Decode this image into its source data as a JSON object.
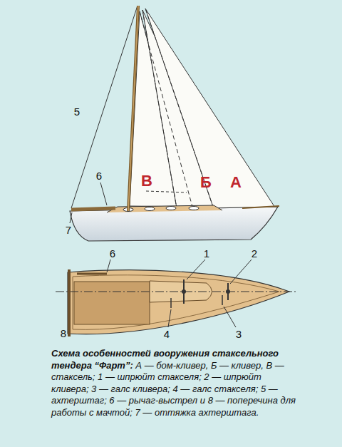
{
  "diagram": {
    "caption": "Схема особенностей вооружения стаксельного тендера “Фарт”:",
    "labels": [
      "5",
      "6",
      "7",
      "В",
      "Б",
      "А",
      "6",
      "1",
      "2",
      "8",
      "4",
      "3",
      "А — бом-кливер, Б — кливер, В — стаксель; 1 — шпрюйт стакселя; 2 — шпрюйт кливера; 3 — галс кливера; 4 — галс стакселя; 5 — ахтерштаг; 6 — рычаг-выстрел и 8 — поперечина для работы с мачтой; 7 — оттяжка ахтерштага."
    ]
  }
}
